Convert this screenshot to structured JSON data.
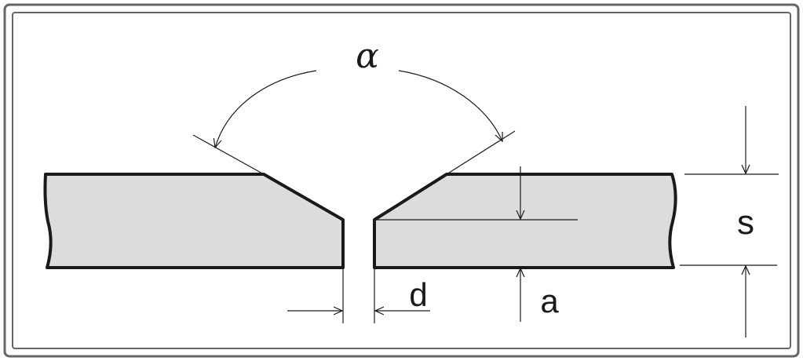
{
  "diagram": {
    "labels": {
      "angle": "α",
      "thickness": "s",
      "gap": "d",
      "root_face": "a"
    },
    "colors": {
      "plate_fill": "#dcdcdc",
      "stroke": "#1a1a1a",
      "frame": "#666666"
    }
  }
}
